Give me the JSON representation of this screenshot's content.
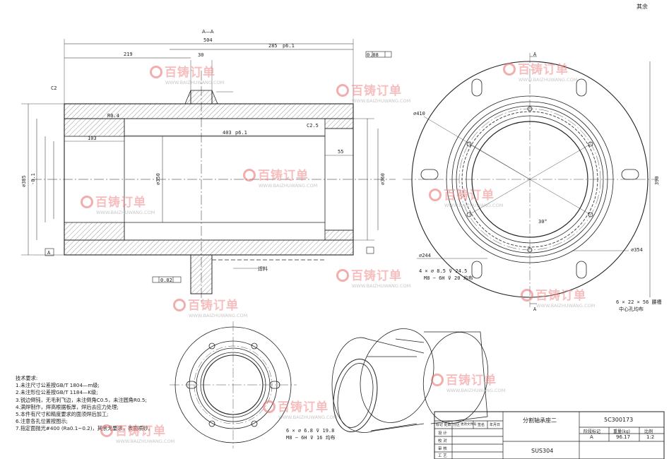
{
  "drawing": {
    "section_label": "A—A",
    "corner_mark": "其余",
    "dims": {
      "overall_length": "504",
      "left_offset": "219",
      "right_span": "285",
      "right_span_tol": "p6.1",
      "step_small": "30",
      "inner_len": "403",
      "inner_len_tol": "p6.1",
      "bore_depth": "103",
      "right_step": "55",
      "chamfer_c2": "C2",
      "ra_left": "R0.4",
      "ra_right": "C2.5",
      "od_label": "∅385",
      "od_tol": "-0.1",
      "id_label": "∅350",
      "cb_label": "∅360",
      "flange_od": "∅410",
      "bolt_circle": "∅354",
      "pcd_dim": "∅244",
      "height_dim": "390",
      "angle": "30°",
      "hole_note_1": "4 × ∅ 8.5 ⊽ 24.5",
      "hole_note_2": "M8 − 6H ⊽ 20 均布",
      "hole_note_3": "6 × ∅ 6.8 ⊽ 19.8",
      "hole_note_4": "M8 − 6H ⊽ 16 均布",
      "slot_note": "6 × 22 × 56 腰槽",
      "slot_note_2": "中心孔均布",
      "weld_label": "焊料",
      "view_a_top": "A",
      "view_a_bottom": "A"
    },
    "tolerance_frames": [
      "0.08",
      "0.02",
      "A"
    ]
  },
  "notes": {
    "heading": "技术要求:",
    "items": [
      "1.未注尺寸公差按GB/T 1804—m级;",
      "2.未注形位公差按GB/T 1184—K级;",
      "3.锐边倒钝，无毛刺飞边，未注倒角C0.5，未注圆角R0.5;",
      "4.满焊制作，焊高根据板厚，焊后去应力处理;",
      "5.本件有尺寸和精度要求的面须焊后加工;",
      "6.注意各孔位置按图示;",
      "7.指定面抛光#400 (Ra0.1~0.2)，其余无要求，表面喷砂。"
    ]
  },
  "title_block": {
    "part_name": "分割轴承座二",
    "drawing_no": "5C300173",
    "material": "SUS304",
    "stage_header": "阶段标记",
    "weight_header": "重量(kg)",
    "scale_header": "比例",
    "stage": "A",
    "weight": "96.17",
    "scale": "1:2",
    "rows": [
      "标记 处数",
      "设 计",
      "校 对",
      "审 核",
      "工 艺"
    ],
    "sign_cols": [
      "分区",
      "更改文件号",
      "签名",
      "年月日"
    ]
  },
  "watermark": {
    "brand": "百铸订单",
    "url": "WWW.BAIZHUWANG.COM"
  }
}
